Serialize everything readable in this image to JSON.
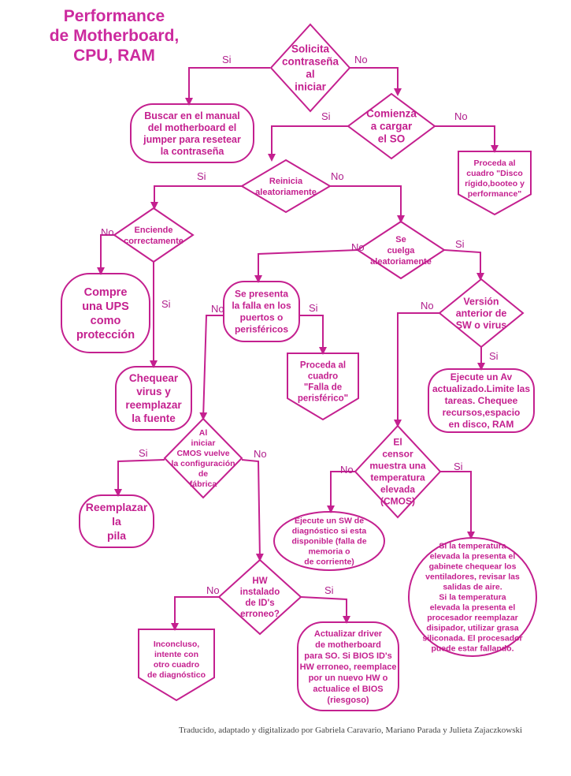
{
  "title": "Performance\nde Motherboard,\nCPU, RAM",
  "footer": "Traducido, adaptado y digitalizado por Gabriela Caravario, Mariano Parada y Julieta Zajaczkowski",
  "nodes": {
    "n1": "Solicita\ncontraseña\nal\niniciar",
    "n2": "Buscar en el manual\ndel motherboard el\njumper para resetear\nla contraseña",
    "n3": "Comienza\na cargar\nel SO",
    "n4": "Proceda al\ncuadro \"Disco\nrígido,booteo y\nperformance\"",
    "n5": "Reinicia\naleatoriamente",
    "n6": "Enciende\ncorrectamente",
    "n7": "Compre\nuna UPS\ncomo\nprotección",
    "n8": "Chequear\nvirus y\nreemplazar\nla fuente",
    "n9": "Se\ncuelga\naleatoriamente",
    "n10": "Se presenta\nla falla en los\npuertos o\nperisféricos",
    "n11": "Proceda al\ncuadro\n\"Falla de\nperisférico\"",
    "n12": "Versión\nanterior de\nSW o virus",
    "n13": "Ejecute un Av\nactualizado.Limite las\ntareas. Chequee\nrecursos,espacio\nen disco, RAM",
    "n14": "Al\niniciar\nCMOS vuelve\nla configuración\nde\nfábrica",
    "n15": "Reemplazar\nla\npila",
    "n16": "El\ncensor\nmuestra una\ntemperatura\nelevada\n(CMOS)",
    "n17": "Ejecute un SW de\ndiagnóstico si esta\ndisponible (falla de\nmemoria o\nde corriente)",
    "n18": "Si la temperatura\nelevada la presenta el\ngabinete chequear los\nventiladores, revisar las\nsalidas de aire.\nSi la temperatura\nelevada la presenta el\nprocesador reemplazar\ndisipador, utilizar grasa\nsiliconada. El procesador\npuede estar fallando.",
    "n19": "HW\ninstalado\nde ID's\nerroneo?",
    "n20": "Inconcluso,\nintente con\notro cuadro\nde diagnóstico",
    "n21": "Actualizar driver\nde motherboard\npara SO. Si BIOS ID's\nHW erroneo, reemplace\npor un nuevo HW o\nactualice el BIOS\n(riesgoso)"
  },
  "edge_labels": {
    "si": "Si",
    "no": "No"
  },
  "colors": {
    "accent": "#c4208f",
    "title": "#cc2a9e"
  }
}
